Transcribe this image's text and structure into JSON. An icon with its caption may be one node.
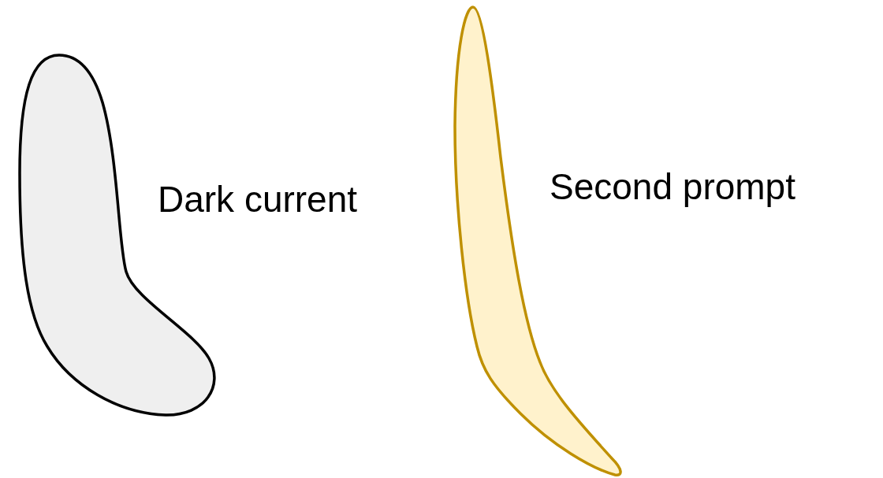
{
  "diagram": {
    "nodes": [
      {
        "text": [],
        "shape": "blob",
        "beside": [
          "Dark current"
        ]
      },
      {
        "text": [],
        "shape": "blob",
        "beside": [
          "Second prompt"
        ]
      }
    ]
  }
}
